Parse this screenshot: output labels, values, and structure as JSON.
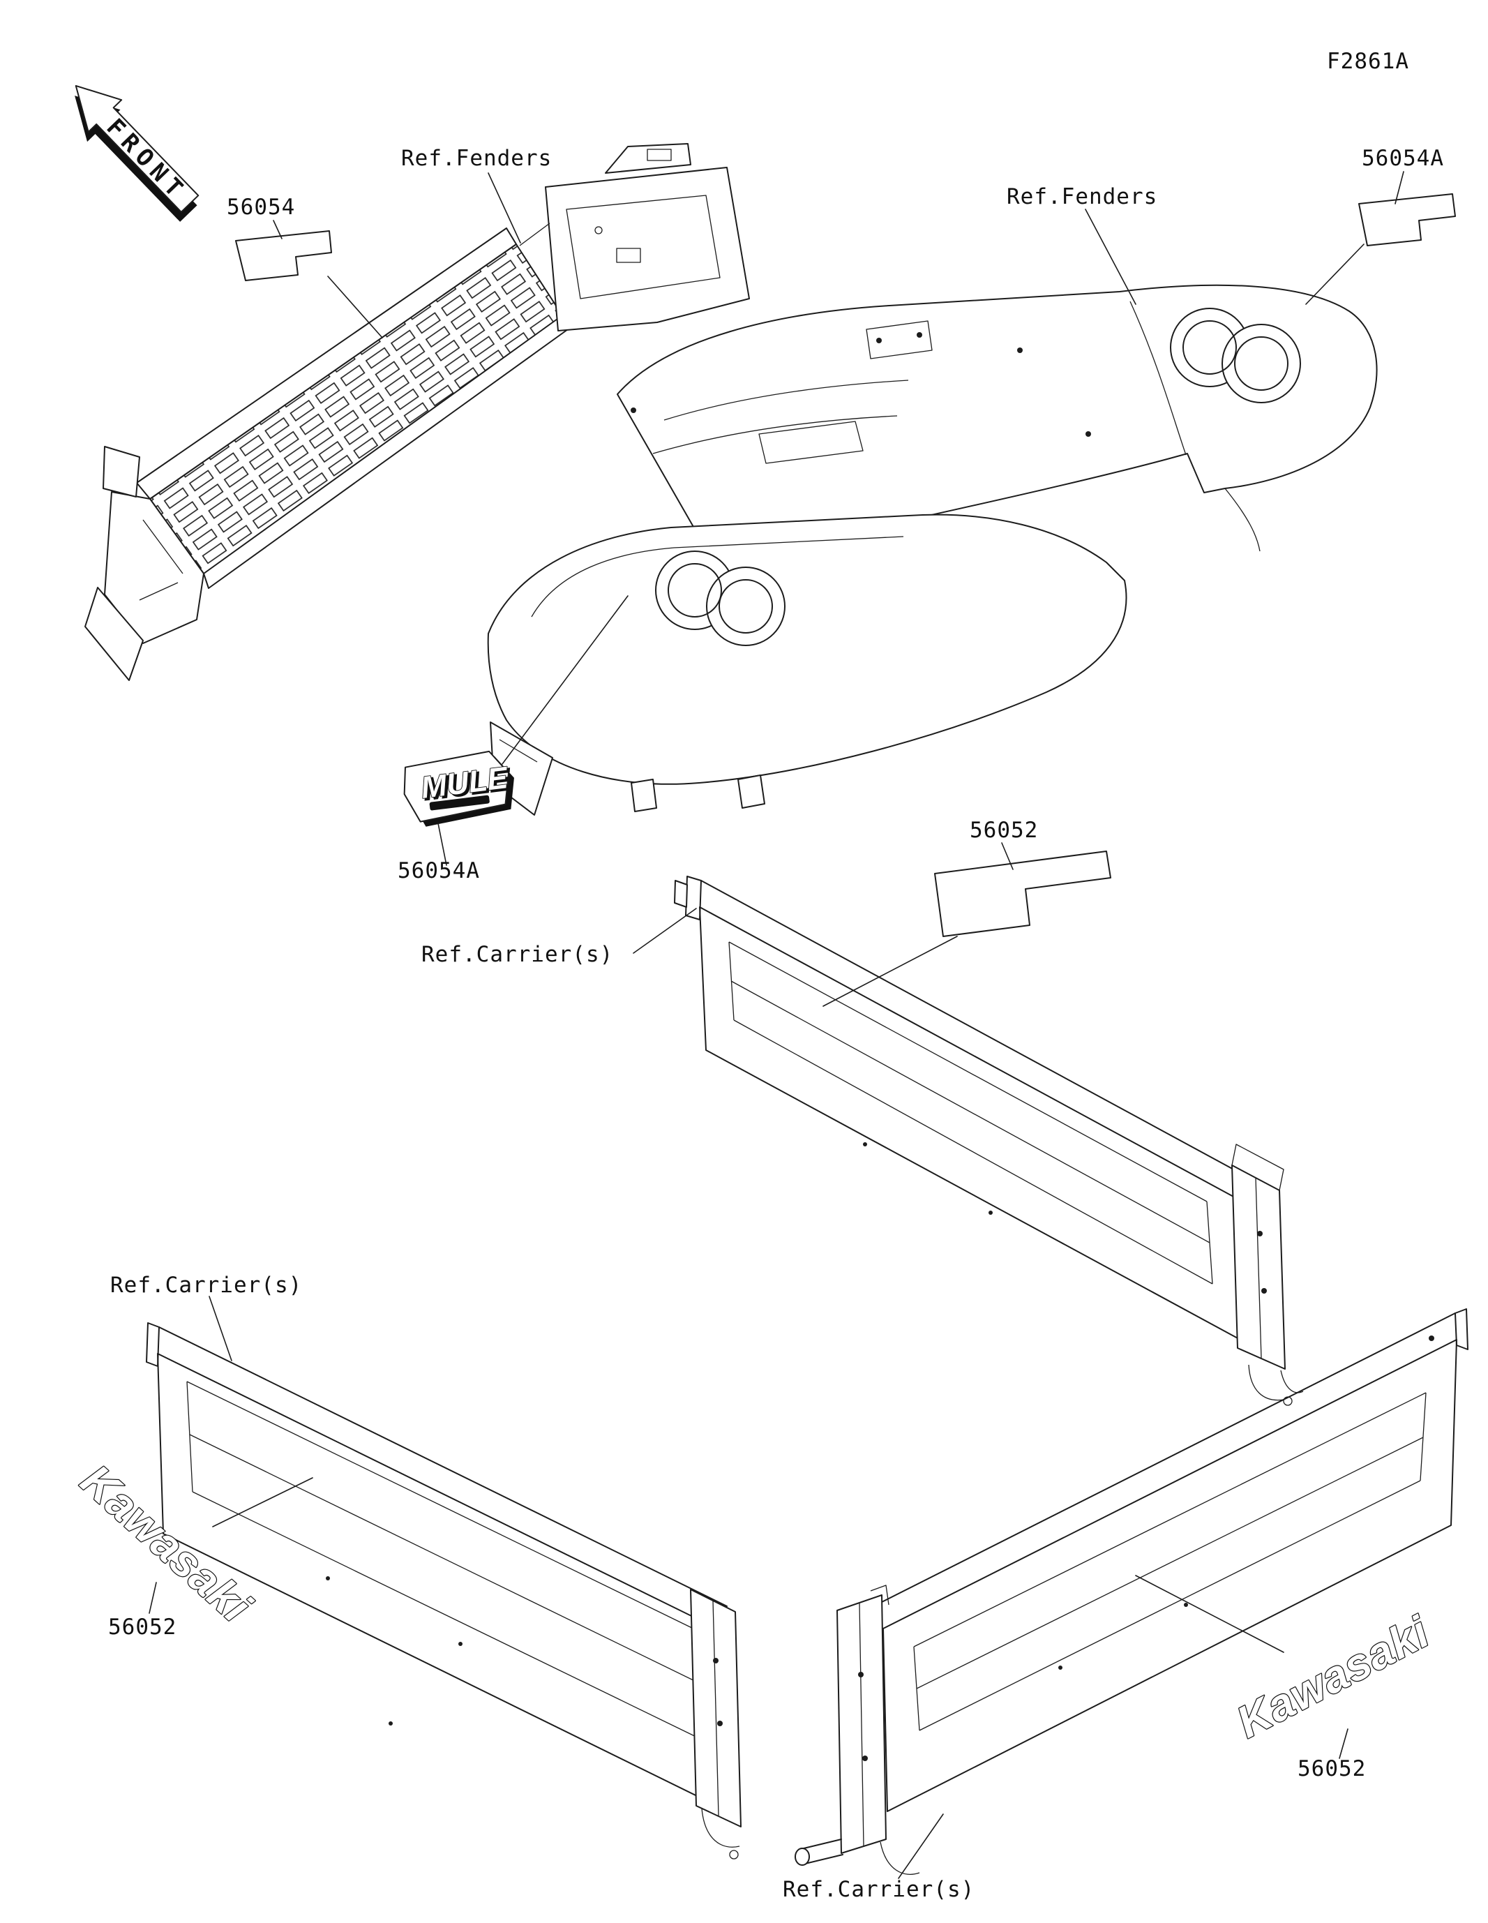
{
  "figure": {
    "code": "F2861A"
  },
  "orientation": {
    "front_label": "FRONT"
  },
  "reference_labels": {
    "fenders_top_left": "Ref.Fenders",
    "fenders_top_right": "Ref.Fenders",
    "carrier_middle": "Ref.Carrier(s)",
    "carrier_left": "Ref.Carrier(s)",
    "carrier_bottom": "Ref.Carrier(s)"
  },
  "part_numbers": {
    "grille_decal": "56054",
    "fender_decal_right": "56054A",
    "fender_decal_front": "56054A",
    "carrier_decal_top": "56052",
    "carrier_decal_left": "56052",
    "carrier_decal_right": "56052"
  },
  "decal_text": {
    "mule_logo": "MULE",
    "kawasaki_left": "Kawasaki",
    "kawasaki_right": "Kawasaki"
  },
  "colors": {
    "line": "#1c1c1c",
    "background": "#ffffff",
    "decal_fill": "#ffffff"
  }
}
